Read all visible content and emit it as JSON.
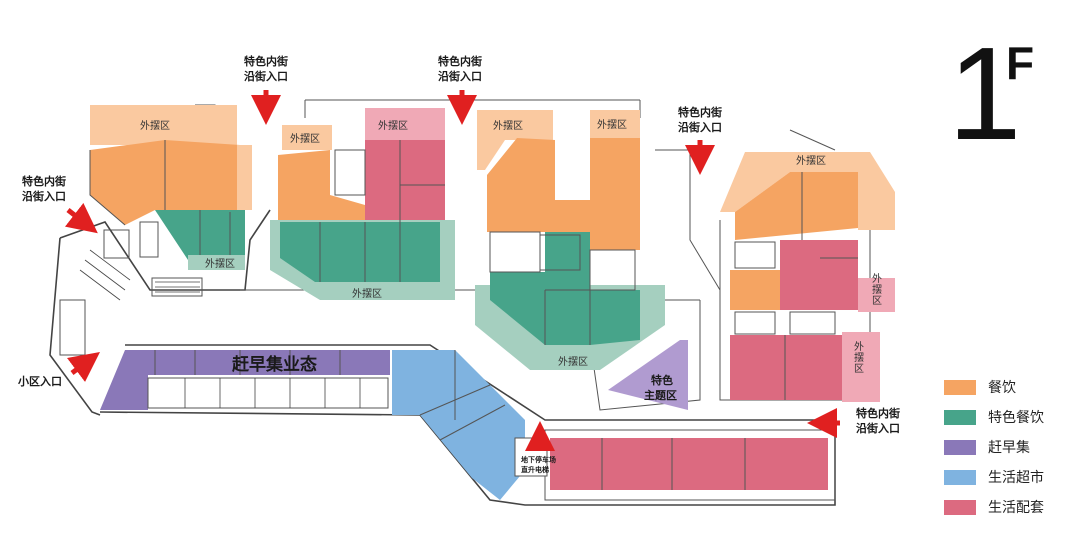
{
  "floor": {
    "number": "1",
    "letter": "F"
  },
  "colors": {
    "catering": "#F5A462",
    "featured_catering": "#47A48A",
    "morning_market": "#8A78B8",
    "supermarket": "#7FB3E0",
    "supporting": "#DC6A80",
    "outdoor": "#FAC9A0",
    "outdoor_green": "#A5CFBF",
    "outdoor_pink": "#F0A9B6",
    "theme_purple": "#B09BD0",
    "arrow": "#E02020"
  },
  "legend": [
    {
      "label": "餐饮",
      "color": "#F5A462"
    },
    {
      "label": "特色餐饮",
      "color": "#47A48A"
    },
    {
      "label": "赶早集",
      "color": "#8A78B8"
    },
    {
      "label": "生活超市",
      "color": "#7FB3E0"
    },
    {
      "label": "生活配套",
      "color": "#DC6A80"
    }
  ],
  "entrances": {
    "e1": {
      "line1": "特色内街",
      "line2": "沿街入口"
    },
    "e2": {
      "line1": "特色内街",
      "line2": "沿街入口"
    },
    "e3": {
      "line1": "特色内街",
      "line2": "沿街入口"
    },
    "e4": {
      "line1": "特色内街",
      "line2": "沿街入口"
    },
    "e5": {
      "line1": "特色内街",
      "line2": "沿街入口"
    },
    "community": "小区入口"
  },
  "outdoor_zone": "外摆区",
  "morning_market_zone": "赶早集业态",
  "theme_zone": {
    "line1": "特色",
    "line2": "主题区"
  },
  "parking_elevator": {
    "line1": "地下停车场",
    "line2": "直升电梯"
  }
}
